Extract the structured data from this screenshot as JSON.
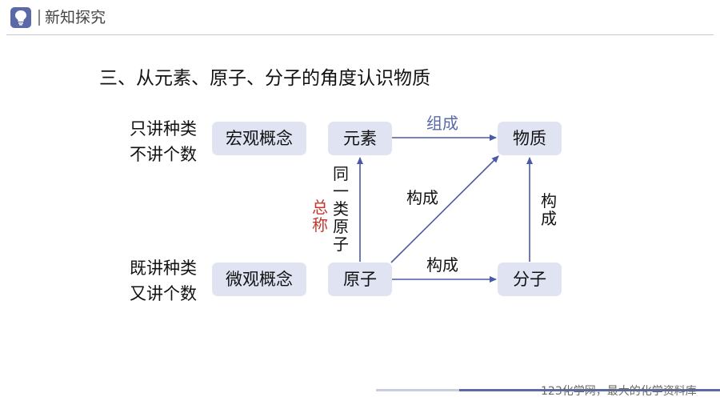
{
  "header": {
    "title": "新知探究"
  },
  "heading": "三、从元素、原子、分子的角度认识物质",
  "notes": {
    "macro_line1": "只讲种类",
    "macro_line2": "不讲个数",
    "micro_line1": "既讲种类",
    "micro_line2": "又讲个数"
  },
  "boxes": {
    "macro": "宏观概念",
    "element": "元素",
    "substance": "物质",
    "micro": "微观概念",
    "atom": "原子",
    "molecule": "分子"
  },
  "labels": {
    "compose": "组成",
    "constitute_diag": "构成",
    "constitute_bottom": "构成",
    "constitute_right": [
      "构",
      "成"
    ],
    "same_type_atoms": [
      "同",
      "一",
      "类",
      "原",
      "子"
    ],
    "general_term": [
      "总",
      "称"
    ]
  },
  "colors": {
    "accent": "#5a6aa8",
    "box_fill": "#dfe3f2",
    "red_label": "#c0392b",
    "arrow": "#4a5aa6"
  },
  "footer": {
    "watermark": "123化学网，最大的化学资料库"
  }
}
